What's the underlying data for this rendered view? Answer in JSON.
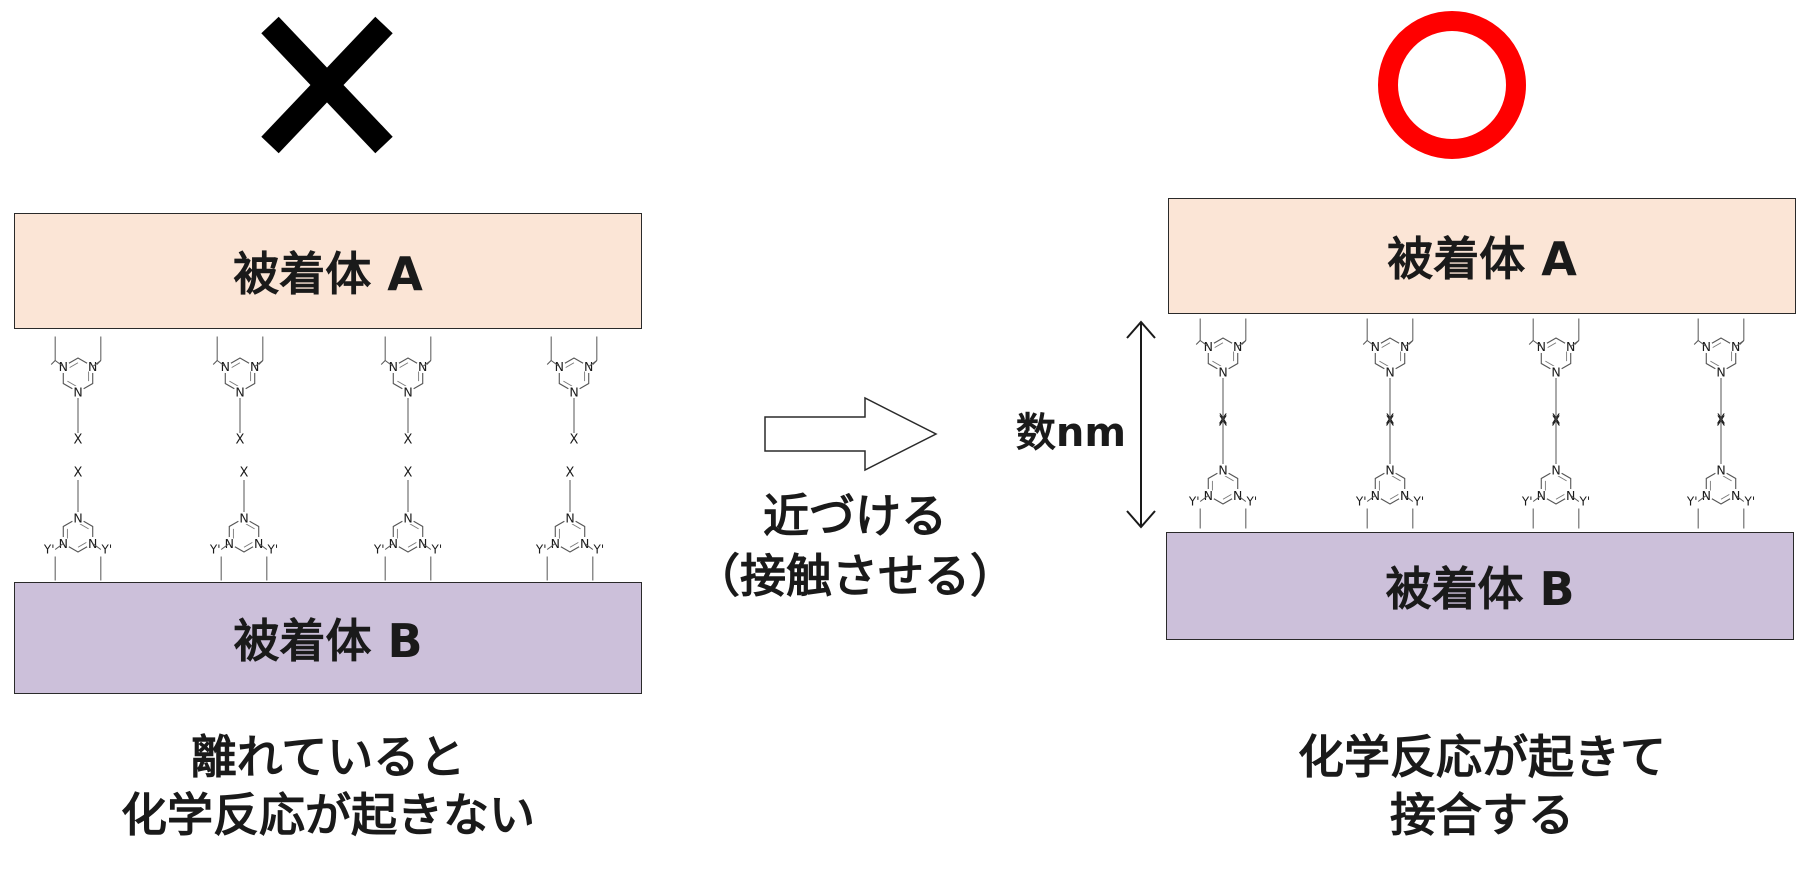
{
  "left_panel": {
    "verdict_mark": "cross",
    "top_adherend": "被着体 A",
    "bottom_adherend": "被着体 B",
    "caption_line1": "離れていると",
    "caption_line2": "化学反応が起きない"
  },
  "middle": {
    "action_line1": "近づける",
    "action_line2": "（接触させる）"
  },
  "right_panel": {
    "verdict_mark": "circle",
    "top_adherend": "被着体 A",
    "bottom_adherend": "被着体 B",
    "gap_label": "数nm",
    "caption_line1": "化学反応が起きて",
    "caption_line2": "接合する"
  },
  "molecule": {
    "ring_atom": "N",
    "top_substituent": "X",
    "bottom_substituent": "Y'"
  },
  "colors": {
    "adherend_a": "#fbe5d6",
    "adherend_b": "#ccc0da",
    "cross_mark": "#000000",
    "circle_mark": "#ff0000"
  }
}
